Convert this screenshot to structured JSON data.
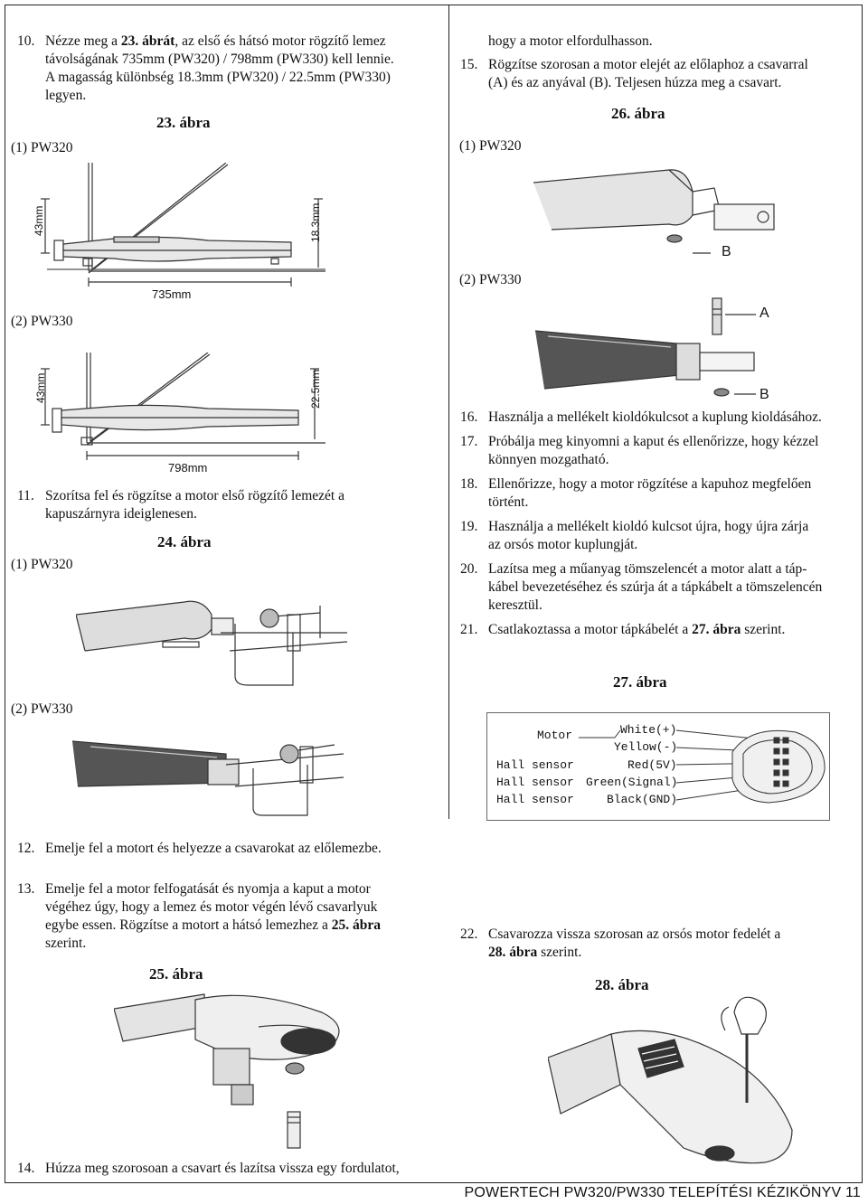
{
  "left": {
    "item10": {
      "num": "10.",
      "line1a": "Nézze meg a ",
      "line1b": "23. ábrát",
      "line1c": ", az első és hátsó motor rögzítő lemez",
      "line2": "távolságának 735mm (PW320) / 798mm (PW330) kell lennie.",
      "line3": "A magasság különbség 18.3mm (PW320) / 22.5mm (PW330)",
      "line4": "legyen."
    },
    "fig23": {
      "caption": "23. ábra",
      "label1": "(1) PW320",
      "label2": "(2) PW330",
      "dim1_h": "43mm",
      "dim1_v": "18.3mm",
      "dim1_w": "735mm",
      "dim2_h": "43mm",
      "dim2_v": "22.5mm",
      "dim2_w": "798mm"
    },
    "item11": {
      "num": "11.",
      "line1": "Szorítsa fel és rögzítse a motor első rögzítő lemezét a",
      "line2": "kapuszárnyra ideiglenesen."
    },
    "fig24": {
      "caption": "24. ábra",
      "label1": "(1) PW320",
      "label2": "(2) PW330"
    },
    "item12": {
      "num": "12.",
      "text": "Emelje fel a motort és helyezze a csavarokat az előlemezbe."
    },
    "item13": {
      "num": "13.",
      "line1": "Emelje fel a motor felfogatását és nyomja a kaput a motor",
      "line2": "végéhez úgy, hogy a lemez és motor végén lévő csavarlyuk",
      "line3a": "egybe essen. Rögzítse a motort a hátsó lemezhez a ",
      "line3b": "25. ábra",
      "line4": "szerint."
    },
    "fig25": {
      "caption": "25. ábra"
    },
    "item14": {
      "num": "14.",
      "text": "Húzza meg szorosoan a csavart és lazítsa vissza egy fordulatot,"
    }
  },
  "right": {
    "cont": "hogy a motor elfordulhasson.",
    "item15": {
      "num": "15.",
      "line1": "Rögzítse szorosan a motor elejét az előlaphoz a csavarral",
      "line2": "(A) és az anyával (B). Teljesen húzza meg a csavart."
    },
    "fig26": {
      "caption": "26. ábra",
      "label1": "(1) PW320",
      "label2": "(2) PW330",
      "labelA": "A",
      "labelB1": "B",
      "labelB2": "B"
    },
    "item16": {
      "num": "16.",
      "text": "Használja a mellékelt kioldókulcsot a kuplung kioldásához."
    },
    "item17": {
      "num": "17.",
      "line1": "Próbálja meg kinyomni a kaput és ellenőrizze, hogy kézzel",
      "line2": "könnyen mozgatható."
    },
    "item18": {
      "num": "18.",
      "line1": "Ellenőrizze, hogy a motor rögzítése a kapuhoz megfelően",
      "line2": "történt."
    },
    "item19": {
      "num": "19.",
      "line1": "Használja a mellékelt kioldó kulcsot újra, hogy újra zárja",
      "line2": "az orsós motor kuplungját."
    },
    "item20": {
      "num": "20.",
      "line1": "Lazítsa meg a műanyag tömszelencét a motor alatt a táp-",
      "line2": "kábel bevezetéséhez és szúrja át a tápkábelt a tömszelencén",
      "line3": "keresztül."
    },
    "item21": {
      "num": "21.",
      "line1a": "Csatlakoztassa a motor tápkábelét a ",
      "line1b": "27. ábra",
      "line1c": " szerint."
    },
    "fig27": {
      "caption": "27. ábra",
      "motor": "Motor",
      "hall1": "Hall sensor",
      "hall2": "Hall sensor",
      "hall3": "Hall sensor",
      "w1": "White(+)",
      "w2": "Yellow(-)",
      "w3": "Red(5V)",
      "w4": "Green(Signal)",
      "w5": "Black(GND)"
    },
    "item22": {
      "num": "22.",
      "line1": "Csavarozza vissza szorosan az orsós motor fedelét a",
      "line2a": "28. ábra",
      "line2b": " szerint."
    },
    "fig28": {
      "caption": "28. ábra"
    }
  },
  "footer": "POWERTECH PW320/PW330 TELEPÍTÉSI KÉZIKÖNYV 11"
}
